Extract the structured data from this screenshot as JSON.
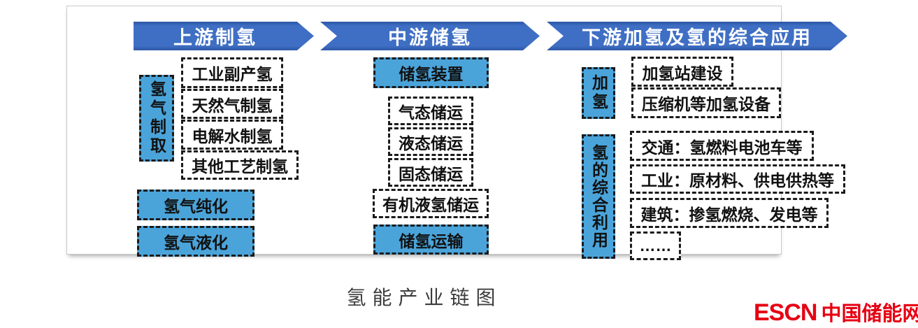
{
  "diagram": {
    "caption": "氢能产业链图",
    "sections": [
      {
        "header": "上游制氢",
        "side_label": "氢气制取",
        "boxes": [
          "工业副产氢",
          "天然气制氢",
          "电解水制氢",
          "其他工艺制氢"
        ],
        "blue_boxes": [
          "氢气纯化",
          "氢气液化"
        ]
      },
      {
        "header": "中游储氢",
        "blue_boxes": [
          "储氢装置",
          "储氢运输"
        ],
        "boxes": [
          "气态储运",
          "液态储运",
          "固态储运",
          "有机液氢储运"
        ]
      },
      {
        "header": "下游加氢及氢的综合应用",
        "groups": [
          {
            "side_label": "加氢",
            "boxes": [
              "加氢站建设",
              "压缩机等加氢设备"
            ]
          },
          {
            "side_label": "氢的综合利用",
            "boxes": [
              "交通：氢燃料电池车等",
              "工业：原材料、供电供热等",
              "建筑：掺氢燃烧、发电等",
              "……"
            ]
          }
        ]
      }
    ],
    "logo": {
      "latin": "ESCN",
      "cjk": "中国储能网"
    }
  },
  "colors": {
    "stage_arrow_blue": "#3f6fc4",
    "stage_arrow_edge": "#2d57a6",
    "node_blue": "#4aa4da",
    "node_border": "#1b1b1b",
    "logo_red": "#e60012",
    "panel_border": "#c9c9c9"
  }
}
